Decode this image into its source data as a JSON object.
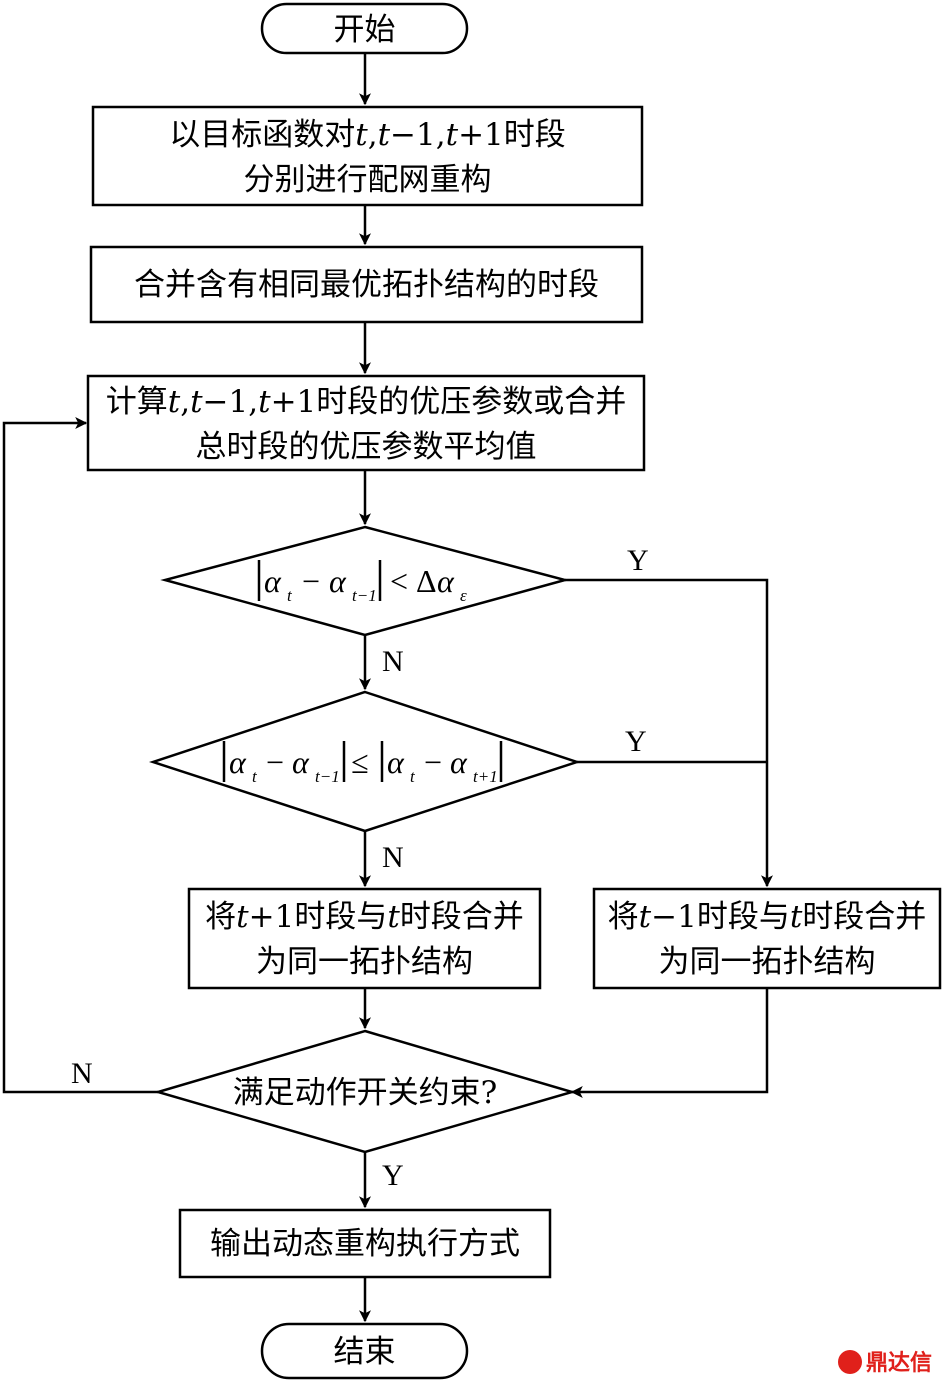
{
  "nodes": {
    "start": "开始",
    "reconfig_line1_a": "以目标函数对",
    "reconfig_line1_t1": "t",
    "reconfig_line1_c1": ",",
    "reconfig_line1_t2": "t",
    "reconfig_line1_m": "−1,",
    "reconfig_line1_t3": "t",
    "reconfig_line1_p": "+1",
    "reconfig_line1_b": "时段",
    "reconfig_line2": "分别进行配网重构",
    "merge_same": "合并含有相同最优拓扑结构的时段",
    "calc_line1_a": "计算",
    "calc_line1_t1": "t",
    "calc_line1_c1": ",",
    "calc_line1_t2": "t",
    "calc_line1_m": "−1,",
    "calc_line1_t3": "t",
    "calc_line1_p": "+1",
    "calc_line1_b": "时段的优压参数或合并",
    "calc_line2": "总时段的优压参数平均值",
    "merge_next_a": "将",
    "merge_next_t1": "t",
    "merge_next_p": "+1",
    "merge_next_b": "时段与",
    "merge_next_t2": "t",
    "merge_next_c": "时段合并",
    "merge_next_line2": "为同一拓扑结构",
    "merge_prev_a": "将",
    "merge_prev_t1": "t",
    "merge_prev_m": "−1",
    "merge_prev_b": "时段与",
    "merge_prev_t2": "t",
    "merge_prev_c": "时段合并",
    "merge_prev_line2": "为同一拓扑结构",
    "switch_check": "满足动作开关约束?",
    "output": "输出动态重构执行方式",
    "end": "结束"
  },
  "conditions": {
    "cond1": {
      "alpha": "α",
      "sub_t": "t",
      "minus": "−",
      "sub_t_1": "t−1",
      "op": "<",
      "delta": "Δ",
      "sub_eps": "ε"
    },
    "cond2": {
      "alpha": "α",
      "sub_t": "t",
      "minus": "−",
      "sub_t_1": "t−1",
      "op": "≤",
      "sub_t1": "t+1"
    }
  },
  "edge_labels": {
    "cond1_yes": "Y",
    "cond1_no": "N",
    "cond2_yes": "Y",
    "cond2_no": "N",
    "switch_no": "N",
    "switch_yes": "Y"
  },
  "watermark": "鼎达信"
}
